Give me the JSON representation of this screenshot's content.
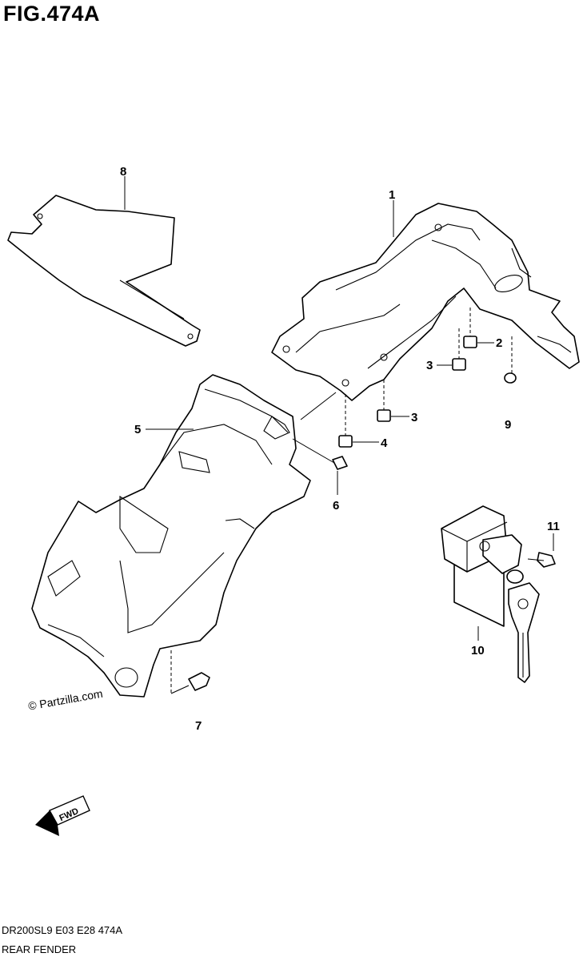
{
  "figure": {
    "title": "FIG.474A"
  },
  "callouts": {
    "c1": "1",
    "c2": "2",
    "c3a": "3",
    "c3b": "3",
    "c4": "4",
    "c5": "5",
    "c6": "6",
    "c7": "7",
    "c8": "8",
    "c9": "9",
    "c10": "10",
    "c11": "11"
  },
  "watermark": "© Partzilla.com",
  "direction_badge": "FWD",
  "footer": {
    "code": "DR200SL9  E03  E28  474A",
    "name": "REAR FENDER"
  }
}
